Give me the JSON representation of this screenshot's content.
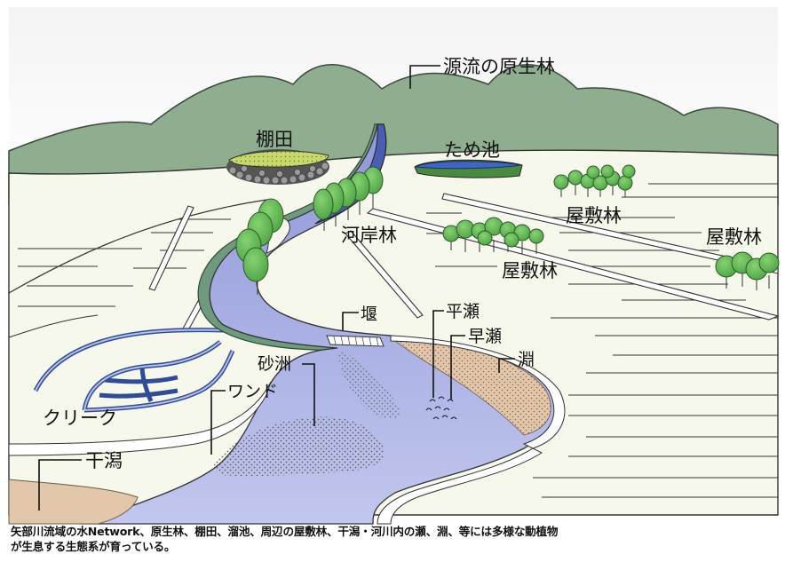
{
  "labels": {
    "source_forest": "源流の原生林",
    "terraced_fields": "棚田",
    "pond": "ため池",
    "homestead_forest_1": "屋敷林",
    "homestead_forest_2": "屋敷林",
    "homestead_forest_3": "屋敷林",
    "riverside_forest": "河岸林",
    "weir": "堰",
    "shallows": "平瀬",
    "rapids": "早瀬",
    "deep_pool": "淵",
    "sandbar": "砂洲",
    "wando": "ワンド",
    "creek": "クリーク",
    "tidal_flat": "干潟"
  },
  "caption": {
    "line1": "矢部川流域の水Network、原生林、棚田、溜池、周辺の屋敷林、干潟・河川内の瀬、淵、等には多様な動植物",
    "line2": "が生息する生態系が育っている。"
  },
  "colors": {
    "mountain": "#8fad8f",
    "land": "#f5f8ea",
    "river": "#a7b0e0",
    "river_deep": "#4659a8",
    "bank": "#6f9a7d",
    "trees": "#6cbf5a",
    "sand": "#e3c7ab",
    "field": "#c9d86a"
  }
}
